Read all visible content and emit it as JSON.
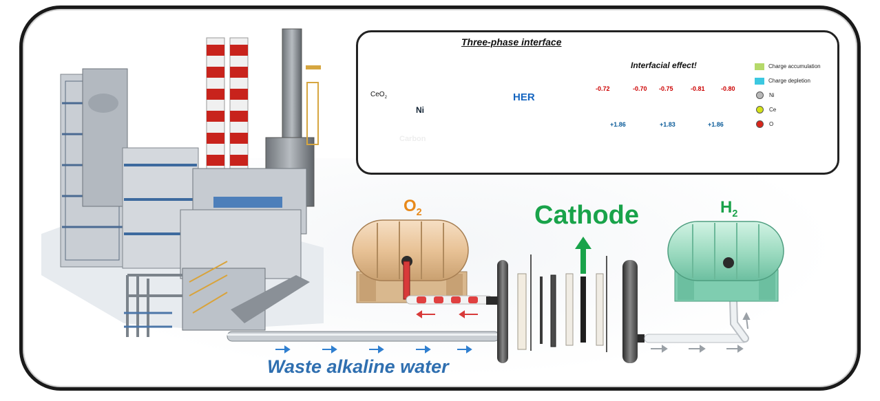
{
  "inset": {
    "title": "Three-phase interface",
    "left_panel": {
      "ceo2_label": "CeO",
      "ceo2_sub": "2",
      "ni_label": "Ni",
      "carbon_label": "Carbon"
    },
    "mid_panel": {
      "her_label": "HER"
    },
    "right_panel": {
      "title": "Interfacial effect!",
      "ni_values": [
        "-0.72",
        "-0.70",
        "-0.75",
        "-0.81",
        "-0.80"
      ],
      "ce_values": [
        "+1.86",
        "+1.83",
        "+1.86"
      ]
    },
    "legend": [
      {
        "label": "Charge accumulation",
        "color": "#b5d96a",
        "kind": "swatch"
      },
      {
        "label": "Charge depletion",
        "color": "#3cc8e0",
        "kind": "swatch"
      },
      {
        "label": "Ni",
        "color": "#b8b8b8",
        "kind": "dot"
      },
      {
        "label": "Ce",
        "color": "#d4e21a",
        "kind": "dot"
      },
      {
        "label": "O",
        "color": "#d8261c",
        "kind": "dot"
      }
    ]
  },
  "labels": {
    "o2": "O",
    "o2_sub": "2",
    "h2": "H",
    "h2_sub": "2",
    "cathode": "Cathode",
    "waste_water": "Waste alkaline water"
  },
  "colors": {
    "o2_label": "#e8891a",
    "h2_label": "#1aa24a",
    "cathode_label": "#19a34a",
    "waste_label": "#2f6fb0",
    "o2_tank": "#ecc9a0",
    "h2_tank": "#a8e3c8",
    "flow_arrow_blue": "#2f7fd0",
    "flow_arrow_red": "#d83a3a"
  }
}
